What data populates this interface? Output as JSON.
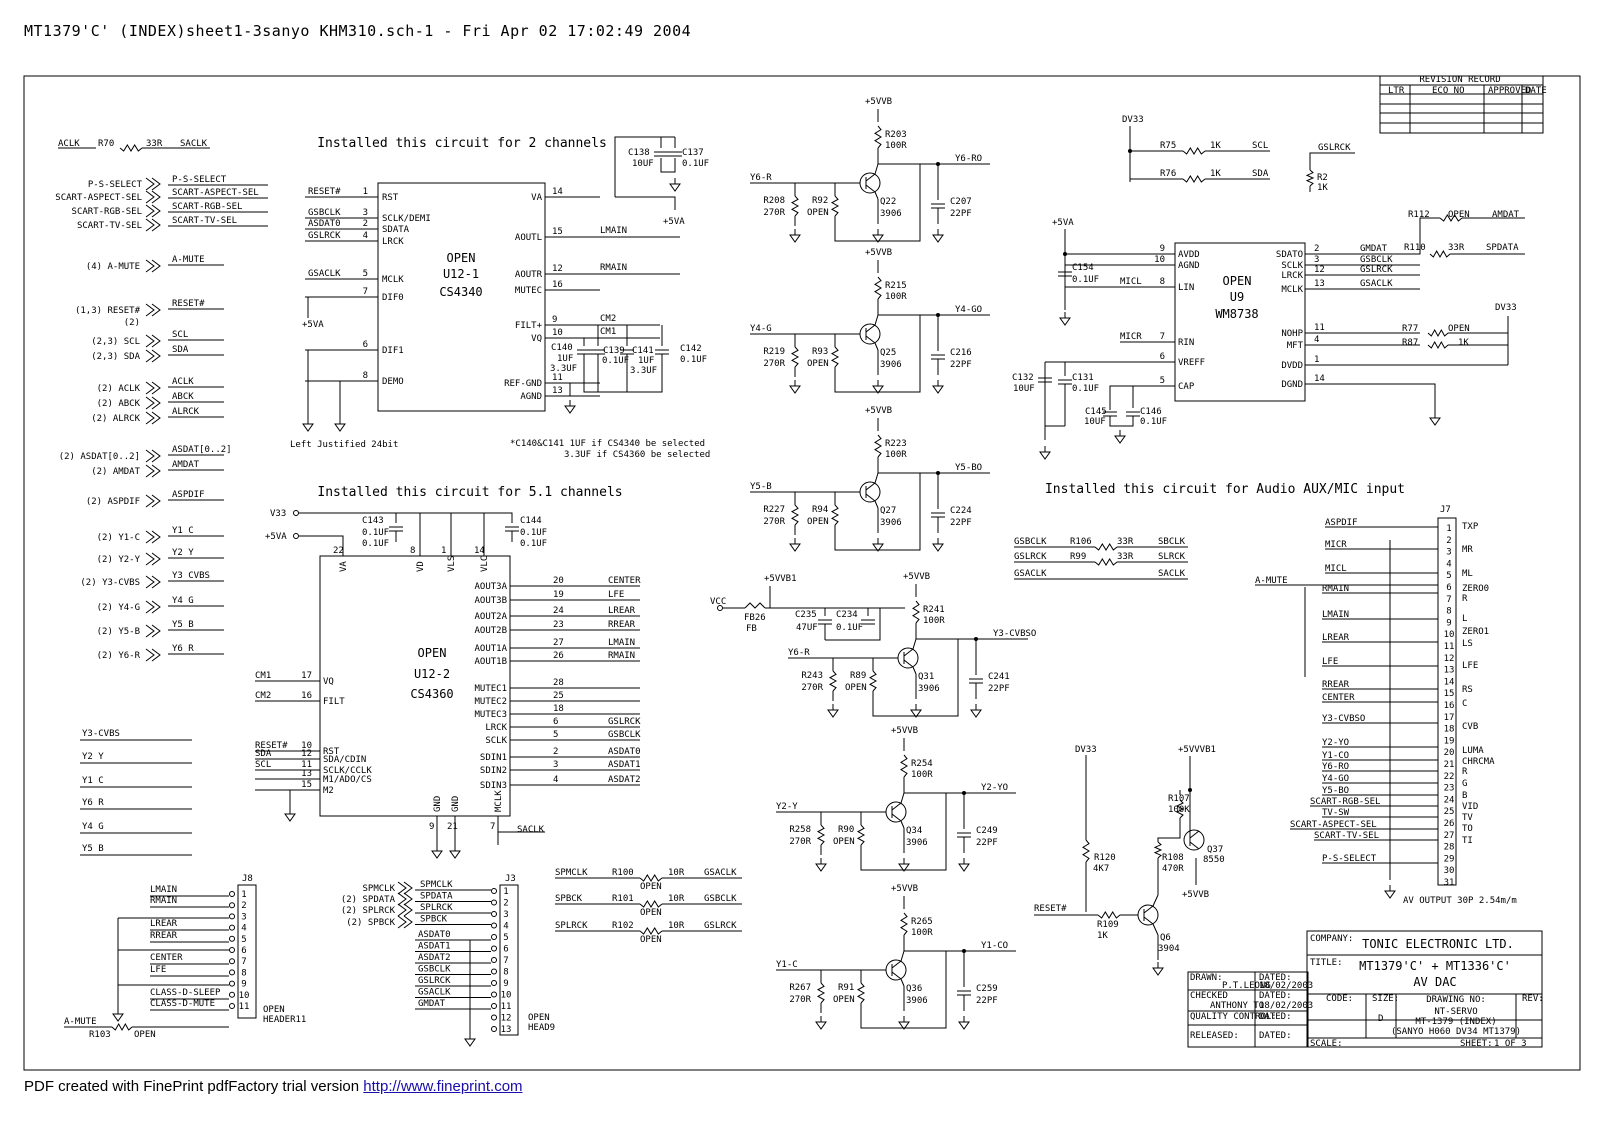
{
  "header": {
    "title": "MT1379'C' (INDEX)sheet1-3sanyo KHM310.sch-1 - Fri Apr 02 17:02:49 2004"
  },
  "footer": {
    "text": "PDF created with FinePrint pdfFactory trial version ",
    "link": "http://www.fineprint.com"
  },
  "left_nets": {
    "aclk": [
      "ACLK",
      "R70",
      "33R",
      "SACLK"
    ],
    "selects": [
      [
        "P-S-SELECT",
        "P-S-SELECT"
      ],
      [
        "SCART-ASPECT-SEL",
        "SCART-ASPECT-SEL"
      ],
      [
        "SCART-RGB-SEL",
        "SCART-RGB-SEL"
      ],
      [
        "SCART-TV-SEL",
        "SCART-TV-SEL"
      ]
    ],
    "ports": [
      [
        "(4) A-MUTE",
        "A-MUTE"
      ],
      [
        "(1,3) RESET#",
        "RESET#"
      ],
      [
        "(2)",
        ""
      ],
      [
        "(2,3) SCL",
        "SCL"
      ],
      [
        "(2,3) SDA",
        "SDA"
      ],
      [
        "(2) ACLK",
        "ACLK"
      ],
      [
        "(2) ABCK",
        "ABCK"
      ],
      [
        "(2) ALRCK",
        "ALRCK"
      ],
      [
        "(2) ASDAT[0..2]",
        "ASDAT[0..2]"
      ],
      [
        "(2) AMDAT",
        "AMDAT"
      ],
      [
        "(2) ASPDIF",
        "ASPDIF"
      ],
      [
        "(2) Y1-C",
        "Y1 C"
      ],
      [
        "(2) Y2-Y",
        "Y2 Y"
      ],
      [
        "(2) Y3-CVBS",
        "Y3 CVBS"
      ],
      [
        "(2) Y4-G",
        "Y4 G"
      ],
      [
        "(2) Y5-B",
        "Y5 B"
      ],
      [
        "(2) Y6-R",
        "Y6 R"
      ]
    ],
    "bus_labels": [
      "Y3-CVBS",
      "Y2 Y",
      "Y1 C",
      "Y6 R",
      "Y4 G",
      "Y5 B"
    ]
  },
  "u12_1": {
    "heading": "Installed this circuit for 2 channels",
    "name": [
      "OPEN",
      "U12-1",
      "CS4340"
    ],
    "left_pins": [
      [
        "RESET#",
        "1",
        "RST"
      ],
      [
        "GSBCLK",
        "3",
        "SCLK/DEMI"
      ],
      [
        "ASDAT0",
        "2",
        "SDATA"
      ],
      [
        "GSLRCK",
        "4",
        "LRCK"
      ],
      [
        "GSACLK",
        "5",
        "MCLK"
      ],
      [
        "",
        "7",
        "DIF0"
      ],
      [
        "",
        "6",
        "DIF1"
      ],
      [
        "",
        "8",
        "DEMO"
      ]
    ],
    "right_pins": [
      [
        "VA",
        "14",
        ""
      ],
      [
        "AOUTL",
        "15",
        "LMAIN"
      ],
      [
        "AOUTR",
        "12",
        "RMAIN"
      ],
      [
        "MUTEC",
        "16",
        ""
      ],
      [
        "FILT+",
        "9",
        "CM2"
      ],
      [
        "VQ",
        "10",
        "CM1"
      ],
      [
        "REF-GND",
        "11",
        ""
      ],
      [
        "AGND",
        "13",
        ""
      ]
    ],
    "caps": [
      "C138",
      "10UF",
      "C137",
      "0.1UF",
      "C140",
      "1UF",
      "3.3UF",
      "C139",
      "0.1UF",
      "C141",
      "1UF",
      "3.3UF",
      "C142",
      "0.1UF"
    ],
    "supply": "+5VA",
    "note1": "Left Justified 24bit",
    "note2": [
      "*C140&C141 1UF if CS4340 be selected",
      "3.3UF if CS4360 be selected"
    ]
  },
  "u12_2": {
    "heading": "Installed this circuit for 5.1 channels",
    "name": [
      "OPEN",
      "U12-2",
      "CS4360"
    ],
    "supplies": [
      "V33",
      "+5VA"
    ],
    "top_pins": [
      [
        "22",
        "VA"
      ],
      [
        "8",
        "VD"
      ],
      [
        "1",
        "VLS"
      ],
      [
        "14",
        "VLC"
      ]
    ],
    "caps": [
      "C143",
      "0.1UF",
      "0.1UF",
      "C144",
      "0.1UF",
      "0.1UF"
    ],
    "left_pins": [
      [
        "CM1",
        "17",
        "VQ"
      ],
      [
        "CM2",
        "16",
        "FILT"
      ],
      [
        "RESET#",
        "10",
        "RST"
      ],
      [
        "SDA",
        "12",
        "SDA/CDIN"
      ],
      [
        "SCL",
        "11",
        "SCLK/CCLK"
      ],
      [
        "",
        "13",
        "M1/ADO/CS"
      ],
      [
        "",
        "15",
        "M2"
      ]
    ],
    "right_pins": [
      [
        "AOUT3A",
        "20",
        "CENTER"
      ],
      [
        "AOUT3B",
        "19",
        "LFE"
      ],
      [
        "AOUT2A",
        "24",
        "LREAR"
      ],
      [
        "AOUT2B",
        "23",
        "RREAR"
      ],
      [
        "AOUT1A",
        "27",
        "LMAIN"
      ],
      [
        "AOUT1B",
        "26",
        "RMAIN"
      ],
      [
        "MUTEC1",
        "28",
        ""
      ],
      [
        "MUTEC2",
        "25",
        ""
      ],
      [
        "MUTEC3",
        "18",
        ""
      ],
      [
        "LRCK",
        "6",
        "GSLRCK"
      ],
      [
        "SCLK",
        "5",
        "GSBCLK"
      ],
      [
        "SDIN1",
        "2",
        "ASDAT0"
      ],
      [
        "SDIN2",
        "3",
        "ASDAT1"
      ],
      [
        "SDIN3",
        "4",
        "ASDAT2"
      ]
    ],
    "bottom_pins": [
      [
        "9",
        "GND"
      ],
      [
        "21",
        "GND"
      ],
      [
        "7",
        "MCLK",
        "SACLK"
      ]
    ]
  },
  "video": {
    "supply": "+5VVB",
    "stages": [
      {
        "res_top": [
          "R203",
          "100R"
        ],
        "out": "Y6-RO",
        "in": "Y6-R",
        "rb": [
          "R208",
          "270R"
        ],
        "ro": [
          "R92",
          "OPEN"
        ],
        "q": [
          "Q22",
          "3906"
        ],
        "c": [
          "C207",
          "22PF"
        ]
      },
      {
        "res_top": [
          "R215",
          "100R"
        ],
        "out": "Y4-GO",
        "in": "Y4-G",
        "rb": [
          "R219",
          "270R"
        ],
        "ro": [
          "R93",
          "OPEN"
        ],
        "q": [
          "Q25",
          "3906"
        ],
        "c": [
          "C216",
          "22PF"
        ]
      },
      {
        "res_top": [
          "R223",
          "100R"
        ],
        "out": "Y5-BO",
        "in": "Y5-B",
        "rb": [
          "R227",
          "270R"
        ],
        "ro": [
          "R94",
          "OPEN"
        ],
        "q": [
          "Q27",
          "3906"
        ],
        "c": [
          "C224",
          "22PF"
        ]
      },
      {
        "res_top": [
          "R241",
          "100R"
        ],
        "out": "Y3-CVBSO",
        "in": "Y6-R",
        "rb": [
          "R243",
          "270R"
        ],
        "ro": [
          "R89",
          "OPEN"
        ],
        "q": [
          "Q31",
          "3906"
        ],
        "c": [
          "C241",
          "22PF"
        ]
      },
      {
        "res_top": [
          "R254",
          "100R"
        ],
        "out": "Y2-YO",
        "in": "Y2-Y",
        "rb": [
          "R258",
          "270R"
        ],
        "ro": [
          "R90",
          "OPEN"
        ],
        "q": [
          "Q34",
          "3906"
        ],
        "c": [
          "C249",
          "22PF"
        ]
      },
      {
        "res_top": [
          "R265",
          "100R"
        ],
        "out": "Y1-CO",
        "in": "Y1-C",
        "rb": [
          "R267",
          "270R"
        ],
        "ro": [
          "R91",
          "OPEN"
        ],
        "q": [
          "Q36",
          "3906"
        ],
        "c": [
          "C259",
          "22PF"
        ]
      }
    ],
    "vcc": [
      "VCC",
      "FB26",
      "FB",
      "+5VVB1",
      "C235",
      "47UF",
      "C234",
      "0.1UF"
    ]
  },
  "u9": {
    "name": [
      "OPEN",
      "U9",
      "WM8738"
    ],
    "dv33": "DV33",
    "i2c": [
      [
        "R75",
        "1K",
        "SCL"
      ],
      [
        "R76",
        "1K",
        "SDA"
      ]
    ],
    "gslrck": [
      "GSLRCK",
      "R2",
      "1K"
    ],
    "left_pins": [
      [
        "9",
        "AVDD"
      ],
      [
        "10",
        "AGND"
      ],
      [
        "8",
        "LIN",
        "MICL"
      ],
      [
        "7",
        "RIN",
        "MICR"
      ],
      [
        "6",
        "VREFF"
      ],
      [
        "5",
        "CAP"
      ]
    ],
    "right_pins": [
      [
        "SDATO",
        "2",
        "GMDAT"
      ],
      [
        "SCLK",
        "3",
        "GSBCLK"
      ],
      [
        "LRCK",
        "12",
        "GSLRCK"
      ],
      [
        "MCLK",
        "13",
        "GSACLK"
      ],
      [
        "NOHP",
        "11",
        ""
      ],
      [
        "MFT",
        "4",
        ""
      ],
      [
        "DVDD",
        "1",
        ""
      ],
      [
        "DGND",
        "14",
        ""
      ]
    ],
    "caps": [
      "C154",
      "0.1UF",
      "C132",
      "10UF",
      "C131",
      "0.1UF",
      "C145",
      "10UF",
      "C146",
      "0.1UF"
    ],
    "res": [
      [
        "R112",
        "OPEN",
        "AMDAT"
      ],
      [
        "R110",
        "33R",
        "SPDATA"
      ],
      [
        "R77",
        "OPEN"
      ],
      [
        "R87",
        "1K"
      ]
    ],
    "supplies": [
      "+5VA",
      "DV33"
    ],
    "heading": "Installed this circuit for Audio AUX/MIC input"
  },
  "clock_res": [
    [
      "GSBCLK",
      "R106",
      "33R",
      "SBCLK"
    ],
    [
      "GSLRCK",
      "R99",
      "33R",
      "SLRCK"
    ],
    [
      "GSACLK",
      "",
      "",
      "SACLK"
    ]
  ],
  "j7": {
    "name": "J7",
    "footer": "AV OUTPUT 30P 2.54m/m",
    "nets": [
      "ASPDIF",
      "MICR",
      "MICL",
      "A-MUTE",
      "RMAIN",
      "LMAIN",
      "LREAR",
      "LFE",
      "RREAR",
      "CENTER",
      "Y3-CVBSO",
      "Y2-YO",
      "Y1-CO",
      "Y6-RO",
      "Y4-GO",
      "Y5-BO",
      "SCART-RGB-SEL",
      "TV-SW",
      "SCART-ASPECT-SEL",
      "SCART-TV-SEL",
      "P-S-SELECT"
    ],
    "labels": [
      "TXP",
      "MR",
      "ML",
      "ZERO0",
      "R",
      "L",
      "ZERO1",
      "LS",
      "LFE",
      "RS",
      "C",
      "CVB",
      "LUMA",
      "CHRCMA",
      "R",
      "G",
      "B",
      "VID",
      "TV",
      "TO",
      "TI"
    ]
  },
  "j8": {
    "name": [
      "J8",
      "OPEN",
      "HEADER11"
    ],
    "nets": [
      "LMAIN",
      "RMAIN",
      "LREAR",
      "RREAR",
      "CENTER",
      "LFE",
      "CLASS-D-SLEEP",
      "CLASS-D-MUTE",
      "A-MUTE",
      "R103",
      "OPEN"
    ]
  },
  "j3": {
    "name": [
      "J3",
      "OPEN",
      "HEAD9"
    ],
    "ports": [
      "SPMCLK",
      "(2) SPDATA",
      "(2) SPLRCK",
      "(2) SPBCK"
    ],
    "nets": [
      "SPMCLK",
      "SPDATA",
      "SPLRCK",
      "SPBCK",
      "ASDAT0",
      "ASDAT1",
      "ASDAT2",
      "GSBCLK",
      "GSLRCK",
      "GSACLK",
      "GMDAT"
    ]
  },
  "sp_res": [
    [
      "SPMCLK",
      "R100",
      "10R",
      "GSACLK",
      "OPEN"
    ],
    [
      "SPBCK",
      "R101",
      "10R",
      "GSBCLK",
      "OPEN"
    ],
    [
      "SPLRCK",
      "R102",
      "10R",
      "GSLRCK",
      "OPEN"
    ]
  ],
  "reset": {
    "dv33": "DV33",
    "vcc": "+5VVVB1",
    "r107": [
      "R107",
      "100K"
    ],
    "r120": [
      "R120",
      "4K7"
    ],
    "r108": [
      "R108",
      "470R"
    ],
    "r109": [
      "R109",
      "1K"
    ],
    "q37": [
      "Q37",
      "8550"
    ],
    "q6": [
      "Q6",
      "3904"
    ],
    "in": "RESET#",
    "vb": "+5VVB"
  },
  "title_block": {
    "revision": [
      "REVISION RECORD",
      "LTR",
      "ECO NO",
      "APPROVED",
      "DATE"
    ],
    "company_lbl": "COMPANY:",
    "company": "TONIC ELECTRONIC LTD.",
    "title_lbl": "TITLE:",
    "title1": "MT1379'C' + MT1336'C'",
    "title2": "AV DAC",
    "drawn": [
      "DRAWN:",
      "P.T.LEONG",
      "DATED:",
      "18/02/2003"
    ],
    "checked": [
      "CHECKED",
      "ANTHONY TO",
      "DATED:",
      "18/02/2003"
    ],
    "quality": [
      "QUALITY CONTROL:",
      "DATED:"
    ],
    "released": [
      "RELEASED:",
      "DATED:"
    ],
    "code": "CODE:",
    "size": [
      "SIZE:",
      "D"
    ],
    "drawing": [
      "DRAWING NO:",
      "NT-SERVO",
      "MT-1379 (INDEX)",
      "(SANYO H060 DV34 MT1379)"
    ],
    "rev": "REV:",
    "scale": "SCALE:",
    "sheet": [
      "SHEET:",
      "1 OF 3"
    ]
  }
}
